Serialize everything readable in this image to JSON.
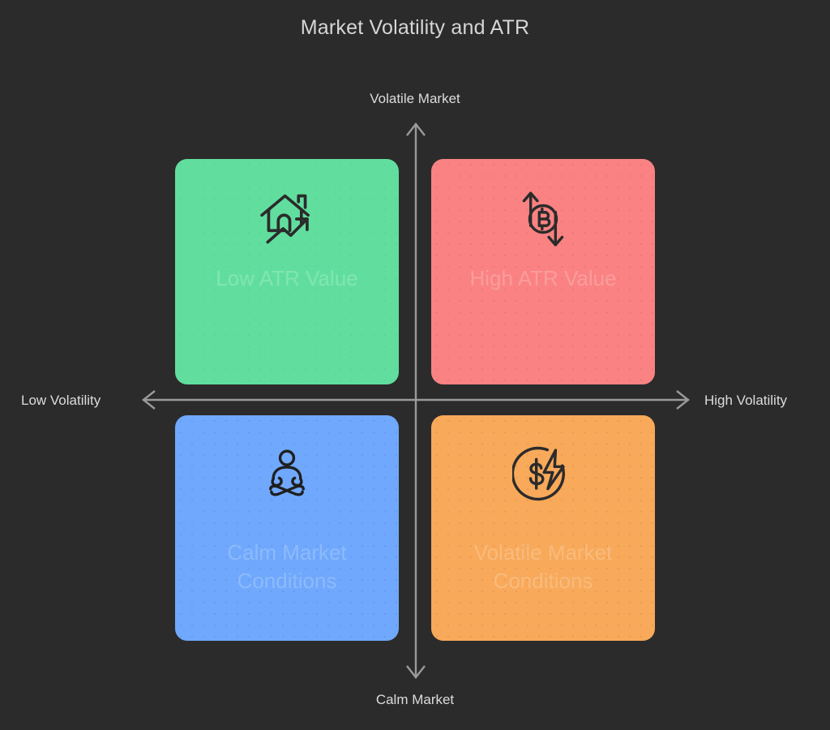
{
  "page": {
    "title": "Market Volatility and ATR",
    "background_color": "#2b2b2b",
    "title_color": "#d6d6d6"
  },
  "axes": {
    "line_color": "#9a9a9a",
    "vertical": {
      "top_label": "Volatile Market",
      "bottom_label": "Calm Market"
    },
    "horizontal": {
      "left_label": "Low Volatility",
      "right_label": "High Volatility"
    }
  },
  "quadrants": [
    {
      "position": "top-left",
      "label": "Low ATR Value",
      "color": "#61de9e",
      "icon": "house-rising-trend-icon"
    },
    {
      "position": "top-right",
      "label": "High ATR Value",
      "color": "#fa8282",
      "icon": "bitcoin-volatility-arrows-icon"
    },
    {
      "position": "bottom-left",
      "label": "Calm Market\nConditions",
      "color": "#6fa8fc",
      "icon": "meditation-lotus-icon"
    },
    {
      "position": "bottom-right",
      "label": "Volatile Market\nConditions",
      "color": "#f8a95a",
      "icon": "dollar-lightning-icon"
    }
  ]
}
